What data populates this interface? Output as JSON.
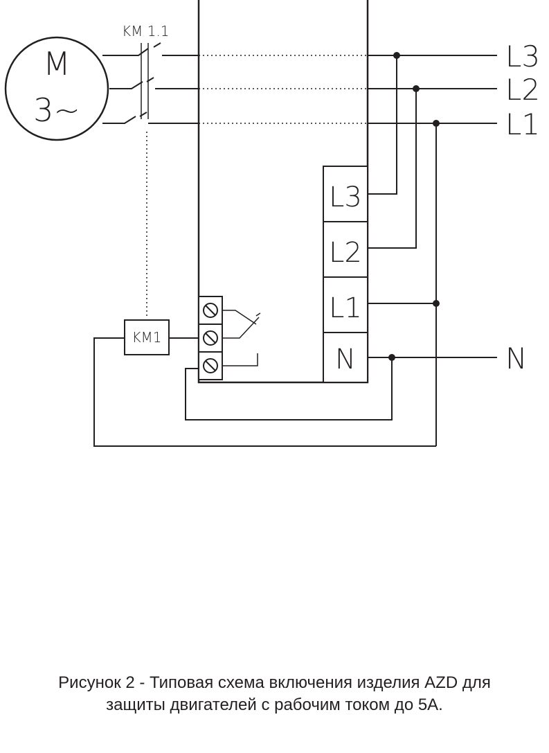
{
  "motor": {
    "letter": "M",
    "phase_label": "3~"
  },
  "contactor_main_label": "KM 1.1",
  "coil_label": "KM1",
  "lines_right": {
    "l3": "L3",
    "l2": "L2",
    "l1": "L1",
    "n": "N"
  },
  "device_terminals": {
    "l3": "L3",
    "l2": "L2",
    "l1": "L1",
    "n": "N"
  },
  "caption": {
    "line1": "Рисунок 2 - Типовая схема включения изделия AZD для",
    "line2": "защиты двигателей с рабочим током до 5А."
  }
}
